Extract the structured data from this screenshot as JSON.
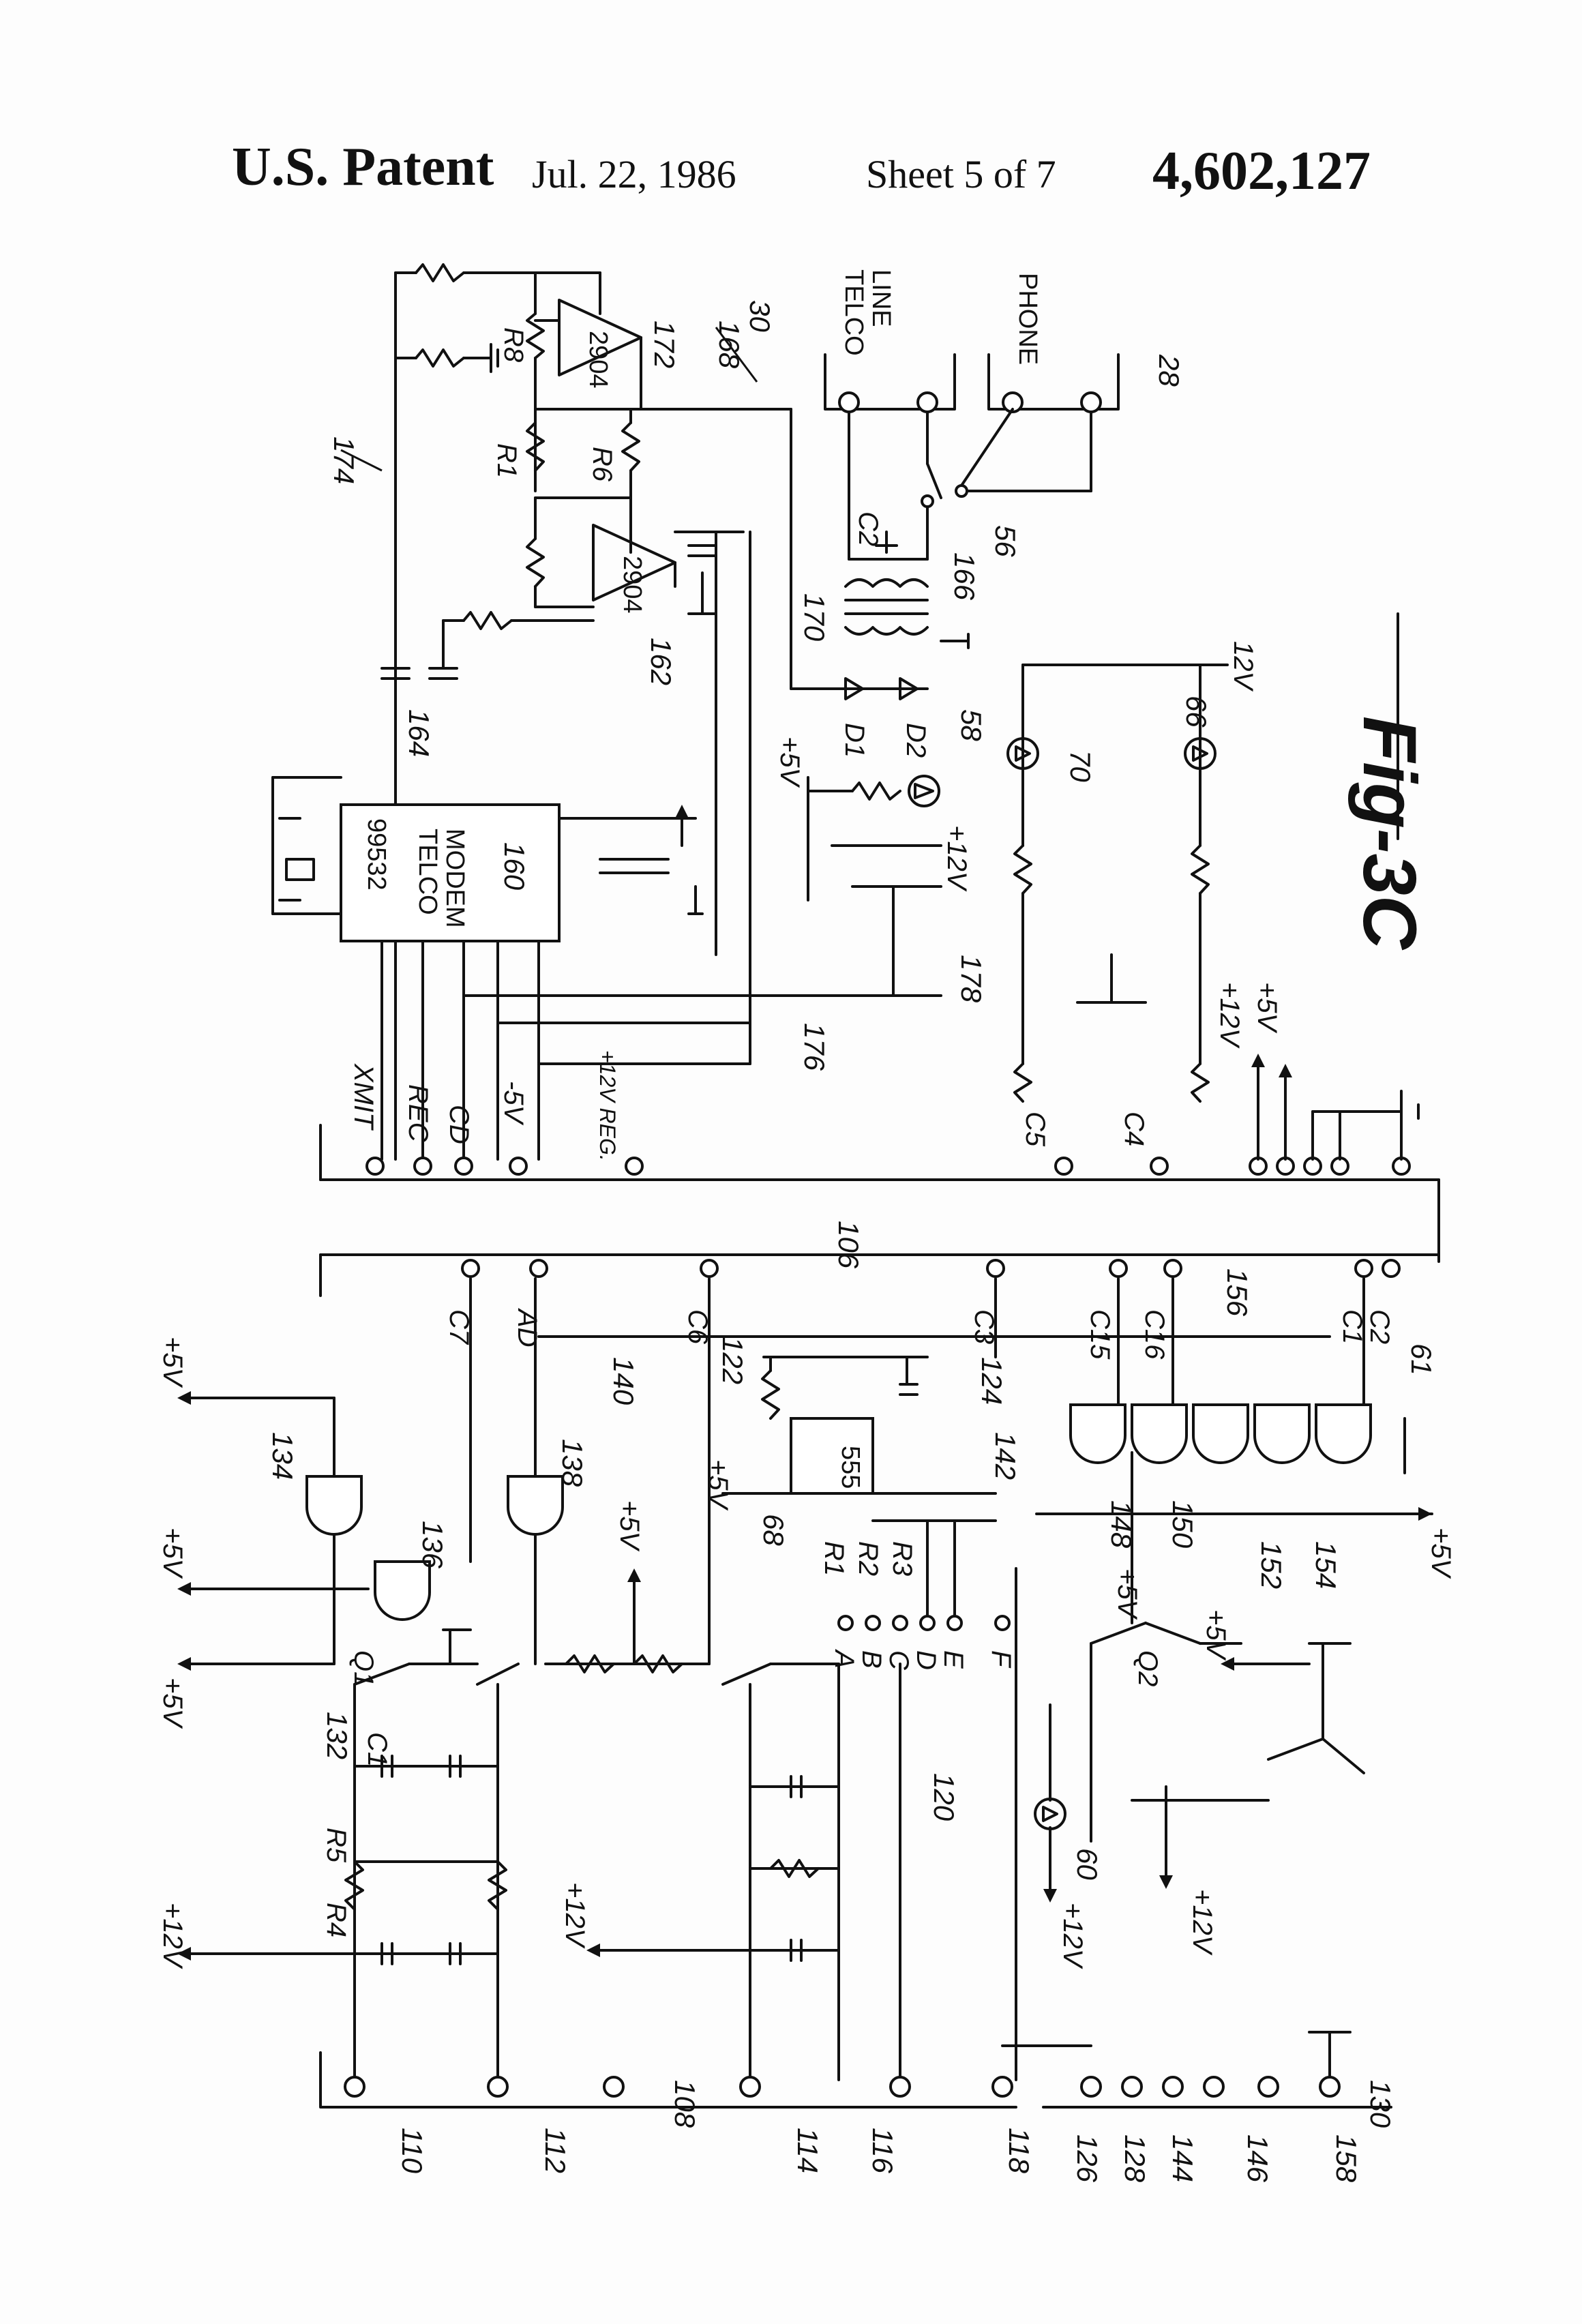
{
  "header": {
    "patent": "U.S. Patent",
    "date": "Jul. 22, 1986",
    "sheet": "Sheet 5 of 7",
    "number": "4,602,127"
  },
  "figure": {
    "label": "Fig-3C"
  },
  "components": {
    "modem_part": "99532",
    "modem_name_1": "TELCO",
    "modem_name_2": "MODEM",
    "modem_ref": "160",
    "opamp_upper": "2904",
    "opamp_lower": "2904",
    "timer": "555",
    "jack_telco_1": "TELCO",
    "jack_telco_2": "LINE",
    "jack_phone": "PHONE"
  },
  "connector_top": {
    "labels": [
      "XMIT",
      "REC",
      "CD",
      "-5V",
      "+12V REG.",
      "C5",
      "C4",
      "+12V",
      "+5V"
    ]
  },
  "connector_106": {
    "label": "106",
    "pins": [
      "C7",
      "AD",
      "C6",
      "C3",
      "C15",
      "C16",
      "C1",
      "C2"
    ]
  },
  "connector_bottom": {
    "left_group": "108",
    "right_group": "130",
    "terminals": [
      "110",
      "112",
      "114",
      "116",
      "118",
      "126",
      "128",
      "144",
      "146",
      "158"
    ]
  },
  "resistor_labels": [
    "R1",
    "R2",
    "R3",
    "R4",
    "R5",
    "R6",
    "R8"
  ],
  "cap_labels": [
    "C1",
    "C2"
  ],
  "diode_labels": [
    "D1",
    "D2"
  ],
  "transistor_labels": [
    "Q1",
    "Q2"
  ],
  "dip_letters": [
    "A",
    "B",
    "C",
    "D",
    "E",
    "F"
  ],
  "dip_ref": "68",
  "refs": {
    "r30": "30",
    "r28": "28",
    "r168": "168",
    "r172": "172",
    "r174": "174",
    "r164": "164",
    "r162": "162",
    "r170": "170",
    "r166": "166",
    "r56": "56",
    "r58": "58",
    "r70": "70",
    "r66": "66",
    "r178": "178",
    "r176": "176",
    "r156": "156",
    "r61": "61",
    "r134": "134",
    "r136": "136",
    "r138": "138",
    "r140": "140",
    "r122": "122",
    "r124": "124",
    "r142": "142",
    "r148": "148",
    "r150": "150",
    "r152": "152",
    "r154": "154",
    "r132": "132",
    "r120": "120",
    "r60": "60"
  },
  "supply_labels": {
    "p5": "+5V",
    "p12": "+12V",
    "p12v": "12V"
  }
}
